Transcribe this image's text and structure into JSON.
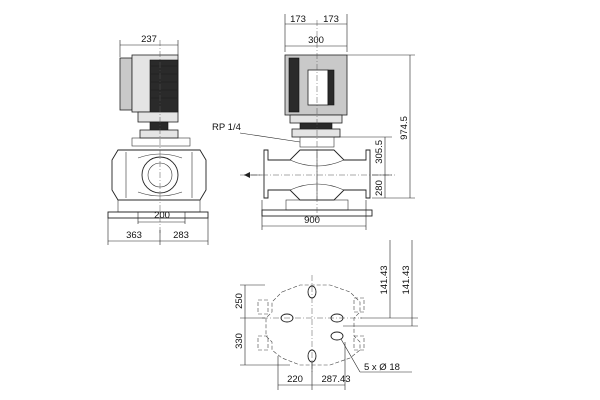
{
  "dimensions": {
    "side_motor_width": "237",
    "side_base_width": "200",
    "side_base_left": "363",
    "side_base_right": "283",
    "front_half_left": "173",
    "front_half_right": "173",
    "front_motor_width": "300",
    "front_port_label": "RP 1/4",
    "front_flange_height": "305.5",
    "front_overall_height": "974.5",
    "front_base_height": "280",
    "front_flange_length": "900",
    "plan_top_offset": "250",
    "plan_bottom_offset": "330",
    "plan_right_top": "141.43",
    "plan_right_far": "141.43",
    "plan_bottom_left": "220",
    "plan_bottom_right": "287.43",
    "plan_holes_label": "5 x Ø 18"
  }
}
